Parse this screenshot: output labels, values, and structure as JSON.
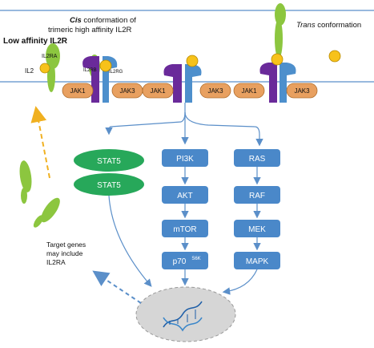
{
  "labels": {
    "low_affinity": "Low affinity IL2R",
    "cis_line1": "Cis",
    "cis_line1_rest": " conformation of",
    "cis_line2": "trimeric high affinity IL2R",
    "trans_word": "Trans",
    "trans_rest": " conformation",
    "il2ra": "IL2RA",
    "il2": "IL2",
    "il2rb": "IL2RB",
    "il2rg": "IL2RG",
    "target_genes_1": "Target genes",
    "target_genes_2": "may include",
    "target_genes_3": "IL2RA"
  },
  "jak_boxes": [
    "JAK1",
    "JAK3",
    "JAK1",
    "JAK3",
    "JAK1",
    "JAK3"
  ],
  "stat_pathway": [
    "STAT5",
    "STAT5"
  ],
  "pi3k_pathway": [
    "PI3K",
    "AKT",
    "mTOR",
    "p70"
  ],
  "p70_superscript": "S6K",
  "ras_pathway": [
    "RAS",
    "RAF",
    "MEK",
    "MAPK"
  ],
  "colors": {
    "membrane_line": "#5b8fc9",
    "jak_fill": "#e8a060",
    "jak_stroke": "#b06d2c",
    "il2_fill": "#f7c21a",
    "il2ra_green": "#8cc63f",
    "il2rb_purple": "#6a2a9a",
    "il2rg_blue": "#4d8fcc",
    "stat_green": "#27a85a",
    "pathway_box": "#4a88c9",
    "nucleus_fill": "#d6d6d6",
    "dna_color": "#1f5fa8",
    "dashed_yellow": "#f0b020",
    "dashed_blue": "#5b8fc9"
  }
}
